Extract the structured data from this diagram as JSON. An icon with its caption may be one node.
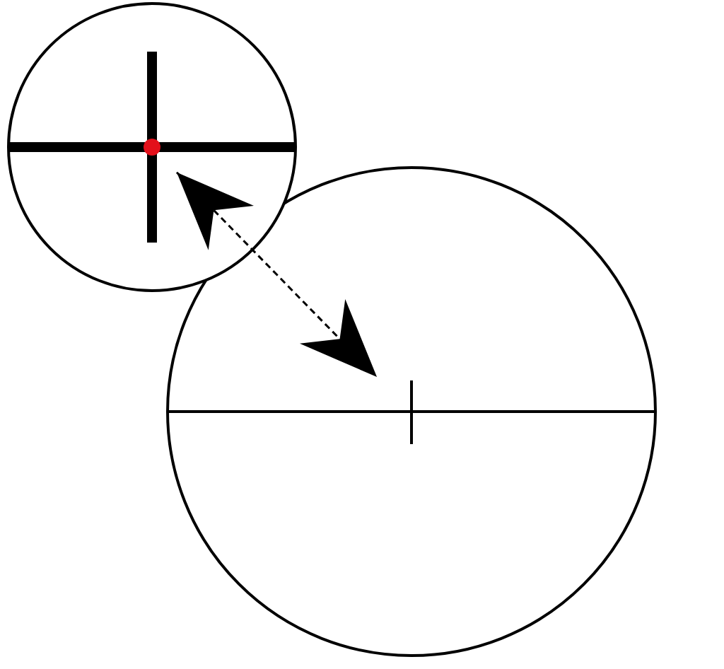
{
  "diagram": {
    "nodes": [
      {
        "text": [],
        "shape": "circle"
      },
      {
        "text": [],
        "shape": "circle",
        "in": 0
      },
      {
        "text": [],
        "shape": "circle"
      },
      {
        "text": [],
        "shape": "bar",
        "in": 2
      }
    ],
    "edges": [
      {
        "from": 1,
        "to": 3,
        "arrow": "both",
        "style": "dashed"
      }
    ]
  }
}
